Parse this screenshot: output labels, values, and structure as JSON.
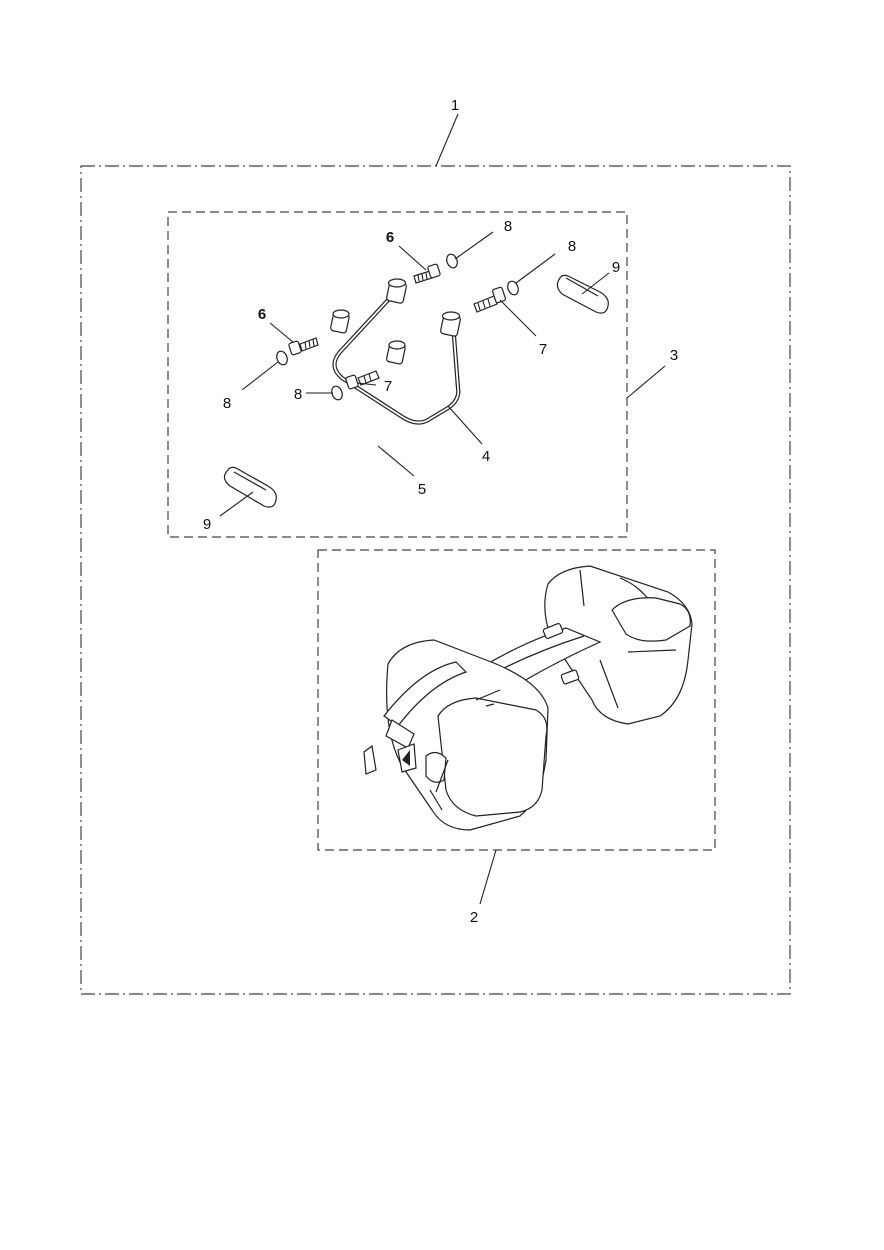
{
  "callouts": {
    "c1": "1",
    "c2": "2",
    "c3": "3",
    "c4": "4",
    "c5": "5",
    "c6a": "6",
    "c6b": "6",
    "c7a": "7",
    "c7b": "7",
    "c8a": "8",
    "c8b": "8",
    "c8c": "8",
    "c8d": "8",
    "c9a": "9",
    "c9b": "9"
  }
}
